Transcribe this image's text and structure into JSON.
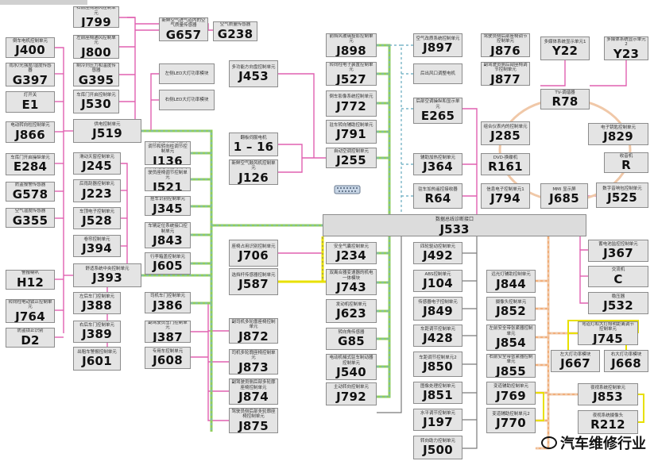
{
  "colors": {
    "pink": "#e060b0",
    "yellow": "#e8e000",
    "green": "#8fce5a",
    "teal": "#7ab6c8",
    "orange": "#f2a060",
    "peach": "#f0c8a8",
    "gray": "#7a7a7a"
  },
  "modules": {
    "J400": {
      "code": "J400",
      "desc": "倒车电机控制单元"
    },
    "G397": {
      "code": "G397",
      "desc": "雨水/光强度/湿度传感器"
    },
    "E1": {
      "code": "E1",
      "desc": "灯开关"
    },
    "J866": {
      "code": "J866",
      "desc": "电动转向柱控制单元"
    },
    "E284": {
      "code": "E284",
      "desc": "车库门开启操纵单元"
    },
    "G578": {
      "code": "G578",
      "desc": "防盗报警传感器"
    },
    "G355": {
      "code": "G355",
      "desc": "空气湿度传感器"
    },
    "H12": {
      "code": "H12",
      "desc": "警报喇叭"
    },
    "J764": {
      "code": "J764",
      "desc": "转向柱电动锁止控制单元"
    },
    "D2": {
      "code": "D2",
      "desc": "防盗锁止识别"
    },
    "J799": {
      "code": "J799",
      "desc": "右前座椅通风控制单元"
    },
    "J800": {
      "code": "J800",
      "desc": "左前座椅通风控制单元"
    },
    "G395": {
      "code": "G395",
      "desc": "制冷剂压力和温度传感器"
    },
    "J530": {
      "code": "J530",
      "desc": "车库门开启控制单元"
    },
    "J519": {
      "code": "J519",
      "desc": "供电控制单元"
    },
    "G657": {
      "code": "G657",
      "desc": "新鲜空气进气道内的空气质量传感器"
    },
    "G238": {
      "code": "G238",
      "desc": "空气质量传感器"
    },
    "LEDL": {
      "code": "",
      "desc": "左侧LED大灯功率模块"
    },
    "LEDR": {
      "code": "",
      "desc": "右侧LED大灯功率模块"
    },
    "J245": {
      "code": "J245",
      "desc": "滑动天窗控制单元"
    },
    "J223": {
      "code": "J223",
      "desc": "后雨刮器控制单元"
    },
    "J528": {
      "code": "J528",
      "desc": "车顶电子控制单元"
    },
    "J394": {
      "code": "J394",
      "desc": "卷帘控制单元"
    },
    "J393": {
      "code": "J393",
      "desc": "舒适系统中央控制单元"
    },
    "J388": {
      "code": "J388",
      "desc": "左后车门控制单元"
    },
    "J389": {
      "code": "J389",
      "desc": "右后车门控制单元"
    },
    "J601": {
      "code": "J601",
      "desc": "出租车警报控制单元"
    },
    "J136": {
      "code": "J136",
      "desc": "带有记忆功能的座椅调节和转向柱调节控制单元"
    },
    "J521": {
      "code": "J521",
      "desc": "带有记忆功能的副驾驶员座椅调节控制单元"
    },
    "J345": {
      "code": "J345",
      "desc": "挂车识别控制单元"
    },
    "J843": {
      "code": "J843",
      "desc": "车辆定位系统接口控制单元"
    },
    "J605": {
      "code": "J605",
      "desc": "行李箱盖控制单元"
    },
    "J386": {
      "code": "J386",
      "desc": "司机车门控制单元"
    },
    "J387": {
      "code": "J387",
      "desc": "副驾驶员车门控制单元"
    },
    "J608": {
      "code": "J608",
      "desc": "专用车控制单元"
    },
    "J872": {
      "code": "J872",
      "desc": "副司机多轮廓座椅控制单元"
    },
    "J873": {
      "code": "J873",
      "desc": "司机多轮廓座椅控制单元"
    },
    "J874": {
      "code": "J874",
      "desc": "副驾驶员侧后部多轮廓座椅控制单元"
    },
    "J875": {
      "code": "J875",
      "desc": "驾驶员侧后部多轮廓座椅控制单元"
    },
    "J453": {
      "code": "J453",
      "desc": "多功能方向盘控制单元"
    },
    "116": {
      "code": "1 – 16",
      "desc": "翻板伺服电机"
    },
    "J126": {
      "code": "J126",
      "desc": "新鲜空气鼓风机控制单元"
    },
    "J898": {
      "code": "J898",
      "desc": "前挡风玻璃投影控制单元"
    },
    "J527": {
      "code": "J527",
      "desc": "转向柱电子装置控制单元"
    },
    "J772": {
      "code": "J772",
      "desc": "倒车影像系统控制单元"
    },
    "J791": {
      "code": "J791",
      "desc": "驻车转向辅助控制单元"
    },
    "J255": {
      "code": "J255",
      "desc": "自动空调控制单元"
    },
    "J897": {
      "code": "J897",
      "desc": "空气改质系统控制单元"
    },
    "REAR": {
      "code": "",
      "desc": "后出风口调整电机"
    },
    "E265": {
      "code": "E265",
      "desc": "后部空调操纵和显示单元"
    },
    "J364": {
      "code": "J364",
      "desc": "辅助加热控制单元"
    },
    "R64": {
      "code": "R64",
      "desc": "驻车加热遥控接收器"
    },
    "J876": {
      "code": "J876",
      "desc": "驾驶员侧后部座椅调节控制单元"
    },
    "J877": {
      "code": "J877",
      "desc": "副驾驶员侧后部座椅调节控制单元"
    },
    "Y22": {
      "code": "Y22",
      "desc": "多媒体系统显示单元1"
    },
    "Y23": {
      "code": "Y23",
      "desc": "多媒体系统显示单元2"
    },
    "R78": {
      "code": "R78",
      "desc": "TV-调谐器"
    },
    "J829": {
      "code": "J829",
      "desc": "电子钥匙控制单元"
    },
    "R": {
      "code": "R",
      "desc": "收音机"
    },
    "J285": {
      "code": "J285",
      "desc": "组合仪表内的控制单元"
    },
    "R161": {
      "code": "R161",
      "desc": "DVD-换碟机"
    },
    "J794": {
      "code": "J794",
      "desc": "信息电子控制单元1"
    },
    "J685": {
      "code": "J685",
      "desc": "MMI 显示屏"
    },
    "J525": {
      "code": "J525",
      "desc": "数字音响包控制单元"
    },
    "J533": {
      "code": "J533",
      "desc": "数据总线诊断接口"
    },
    "J706": {
      "code": "J706",
      "desc": "座椅占用识别控制单元"
    },
    "J587": {
      "code": "J587",
      "desc": "选挡杆传感器控制单元"
    },
    "J234": {
      "code": "J234",
      "desc": "安全气囊控制单元"
    },
    "J743": {
      "code": "J743",
      "desc": "双离合器变速器的机电一体模块"
    },
    "J623": {
      "code": "J623",
      "desc": "发动机控制单元"
    },
    "G85": {
      "code": "G85",
      "desc": "转向角传感器"
    },
    "J540": {
      "code": "J540",
      "desc": "电动机械式驻车制动器控制单元"
    },
    "J792": {
      "code": "J792",
      "desc": "主动转向控制单元"
    },
    "J492": {
      "code": "J492",
      "desc": "四轮驱动控制单元"
    },
    "J104": {
      "code": "J104",
      "desc": "ABS控制单元"
    },
    "J849": {
      "code": "J849",
      "desc": "传感器电子控制单元"
    },
    "J428": {
      "code": "J428",
      "desc": "车距调节控制单元"
    },
    "J850": {
      "code": "J850",
      "desc": "车距调节控制单元2"
    },
    "J851": {
      "code": "J851",
      "desc": "图像处理控制单元"
    },
    "J197": {
      "code": "J197",
      "desc": "水平调节控制单元"
    },
    "J500": {
      "code": "J500",
      "desc": "转向助力控制单元"
    },
    "J844": {
      "code": "J844",
      "desc": "远光灯辅助控制单元"
    },
    "J852": {
      "code": "J852",
      "desc": "摄像头控制单元"
    },
    "J854": {
      "code": "J854",
      "desc": "左前安全带张紧器控制单元"
    },
    "J855": {
      "code": "J855",
      "desc": "右前安全带张紧器控制单元"
    },
    "J769": {
      "code": "J769",
      "desc": "变道辅助控制单元"
    },
    "J770": {
      "code": "J770",
      "desc": "变道辅助控制单元2"
    },
    "J367": {
      "code": "J367",
      "desc": "蓄电池监控控制单元"
    },
    "C": {
      "code": "C",
      "desc": "交流机"
    },
    "J532": {
      "code": "J532",
      "desc": "稳压器"
    },
    "J745": {
      "code": "J745",
      "desc": "弯道灯和大灯照明距离调节控制单元"
    },
    "J667": {
      "code": "J667",
      "desc": "左大灯功率模块"
    },
    "J668": {
      "code": "J668",
      "desc": "右大灯功率模块"
    },
    "J853": {
      "code": "J853",
      "desc": "夜视系统控制单元"
    },
    "R212": {
      "code": "R212",
      "desc": "夜视系统摄像头"
    }
  },
  "watermark": "汽车维修行业"
}
